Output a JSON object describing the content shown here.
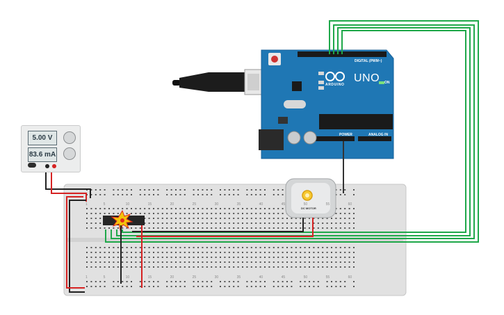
{
  "power_supply": {
    "voltage_display": "5.00 V",
    "current_display": "83.6 mA"
  },
  "arduino": {
    "model_label": "UNO",
    "brand_label": "ARDUINO",
    "digital_header_label": "DIGITAL (PWM~)",
    "power_header_label": "POWER",
    "analog_header_label": "ANALOG IN",
    "on_led_label": "ON"
  },
  "motor": {
    "label": "DC MOTOR"
  },
  "chip": {
    "status": "error"
  },
  "breadboard": {
    "column_numbers": [
      "1",
      "5",
      "10",
      "15",
      "20",
      "25",
      "30",
      "35",
      "40",
      "45",
      "50",
      "55",
      "60"
    ]
  },
  "colors": {
    "arduino_board": "#1f77b4",
    "wire_green": "#1fa84a",
    "wire_red": "#d62222",
    "wire_black": "#222222",
    "breadboard": "#e1e1e1"
  }
}
